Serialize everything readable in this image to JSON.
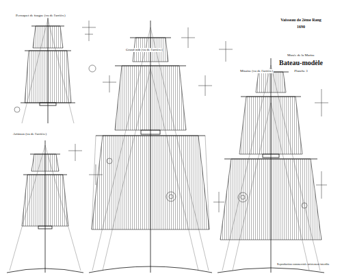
{
  "diagram": {
    "title": "Vaisseau de 2ème Rang",
    "labels": [
      "1690",
      "Musée de la Marine",
      "Bateau-modèle",
      "Planche 3",
      "Perroquet de fougue (vu de l'arrière)",
      "Artimon (vu de l'arrière)",
      "Grand mât (vu de l'arrière)",
      "Misaine (vu de l'arrière)",
      "Reproduction commerciale strictement interdite"
    ]
  }
}
